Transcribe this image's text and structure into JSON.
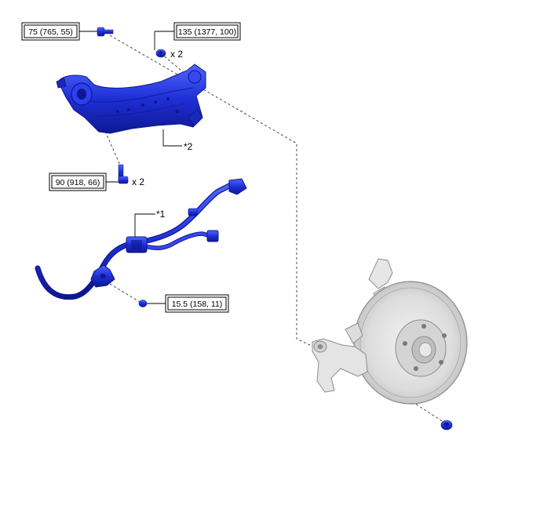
{
  "torque_specs": [
    {
      "id": "spec-arm-bolt",
      "text": "75 (765, 55)"
    },
    {
      "id": "spec-knuckle-nut",
      "text": "135 (1377, 100)"
    },
    {
      "id": "spec-lower-bolts",
      "text": "90 (918, 66)"
    },
    {
      "id": "spec-sensor-bolt",
      "text": "15.5 (158, 11)"
    }
  ],
  "quantities": {
    "knuckle_nut": "x 2",
    "lower_bolts": "x 2"
  },
  "callouts": {
    "harness": "*1",
    "arm": "*2"
  },
  "colors": {
    "part_blue": "#1f2fd6",
    "part_blue_dark": "#0d1890",
    "part_blue_light": "#4f66ff",
    "knuckle_gray": "#d9d9d9",
    "knuckle_outline": "#8c8c8c"
  }
}
